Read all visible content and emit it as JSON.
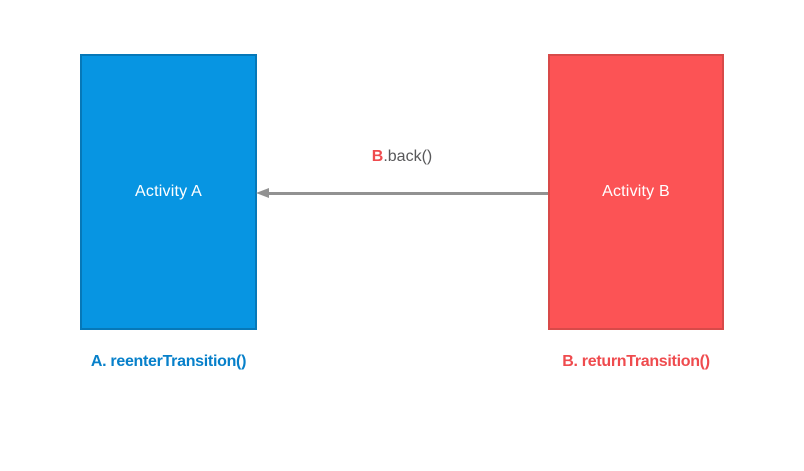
{
  "diagram": {
    "title": "activity-back-transition-diagram",
    "background": "#FFFFFF",
    "activity_a": {
      "label": "Activity A",
      "fill": "#0795E2",
      "border": "#0678B8",
      "text_color": "#FFFFFF"
    },
    "activity_b": {
      "label": "Activity B",
      "fill": "#FC5355",
      "border": "#D84A49",
      "text_color": "#FFFFFF"
    },
    "arrow": {
      "direction": "right-to-left",
      "color": "#929292",
      "label_prefix": "B",
      "label_rest": ".back()",
      "label_prefix_color": "#EF4B4E",
      "label_rest_color": "#58585A"
    },
    "caption_a": {
      "text": "A. reenterTransition()",
      "color": "#0780CA"
    },
    "caption_b": {
      "text": "B. returnTransition()",
      "color": "#EF4B4E"
    }
  }
}
